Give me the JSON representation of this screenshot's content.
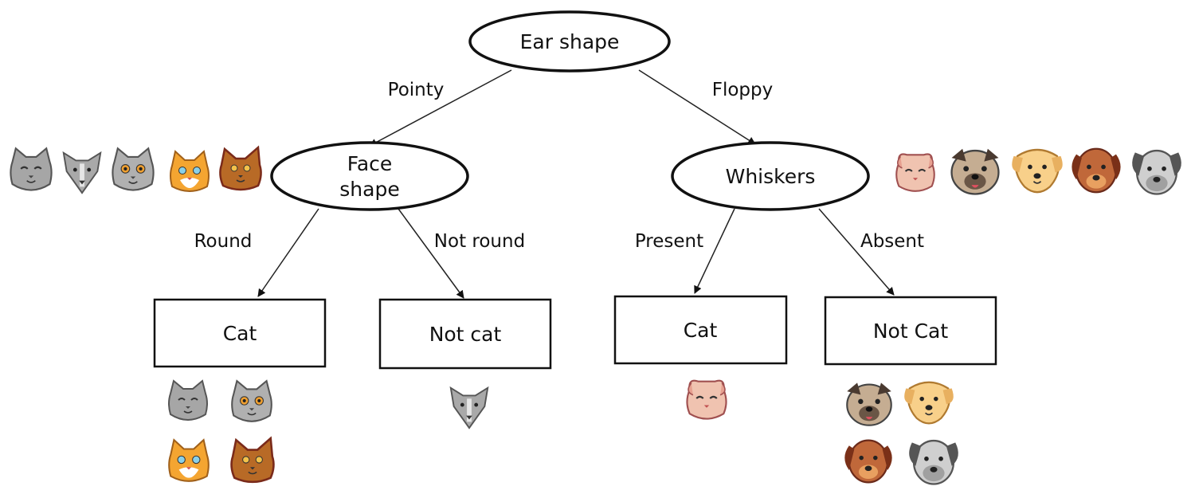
{
  "diagram": {
    "nodes": {
      "root": {
        "lines": [
          "Ear shape"
        ]
      },
      "face": {
        "lines": [
          "Face",
          "shape"
        ]
      },
      "whiskers": {
        "lines": [
          "Whiskers"
        ]
      },
      "leaf1": {
        "label": "Cat"
      },
      "leaf2": {
        "label": "Not cat"
      },
      "leaf3": {
        "label": "Cat"
      },
      "leaf4": {
        "label": "Not Cat"
      }
    },
    "edges": {
      "pointy": "Pointy",
      "floppy": "Floppy",
      "round": "Round",
      "not_round": "Not round",
      "present": "Present",
      "absent": "Absent"
    }
  },
  "colors": {
    "stroke": "#111111",
    "grey_cat": "#a6a6a6",
    "orange_cat": "#f4a531",
    "brown_cat": "#b86a26",
    "pink_cat": "#f0c3b0",
    "pug": "#c5ad92",
    "yellow_dog": "#f8d08a",
    "brown_dog": "#c0683a",
    "grey_dog": "#cfcfcf"
  },
  "icons": [
    "grey-cat-smiling-icon",
    "grey-wolf-cat-icon",
    "grey-cat-orange-eyes-icon",
    "orange-white-cat-icon",
    "brown-cat-icon",
    "pink-floppy-ear-cat-icon",
    "pug-dog-icon",
    "yellow-dog-icon",
    "brown-dog-icon",
    "grey-dog-icon"
  ]
}
